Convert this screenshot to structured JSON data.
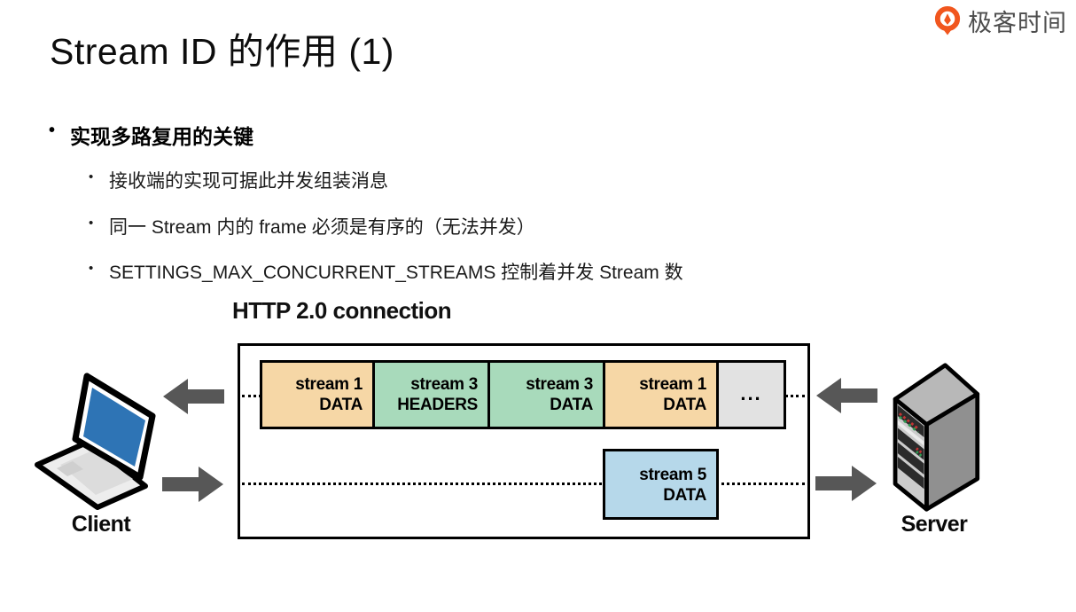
{
  "logo": {
    "brand": "极客时间",
    "icon": "geektime-logo-icon",
    "accent_color": "#f1561e",
    "text_color": "#4d4d4d"
  },
  "slide": {
    "title": "Stream ID 的作用 (1)"
  },
  "bullets": {
    "level1": "实现多路复用的关键",
    "level2": [
      "接收端的实现可据此并发组装消息",
      "同一 Stream 内的 frame 必须是有序的（无法并发）",
      "SETTINGS_MAX_CONCURRENT_STREAMS 控制着并发 Stream 数"
    ]
  },
  "diagram": {
    "title": "HTTP 2.0 connection",
    "client_label": "Client",
    "server_label": "Server",
    "ellipsis": "...",
    "top_row_frames": [
      {
        "stream": "stream 1",
        "type": "DATA",
        "color": "#f6d7a6"
      },
      {
        "stream": "stream 3",
        "type": "HEADERS",
        "color": "#a8dabb"
      },
      {
        "stream": "stream 3",
        "type": "DATA",
        "color": "#a8dabb"
      },
      {
        "stream": "stream 1",
        "type": "DATA",
        "color": "#f6d7a6"
      }
    ],
    "more_frame_color": "#e2e2e2",
    "bottom_row_frames": [
      {
        "stream": "stream 5",
        "type": "DATA",
        "color": "#b6d8ea"
      }
    ],
    "arrow_color": "#575757",
    "border_color": "#000000"
  }
}
